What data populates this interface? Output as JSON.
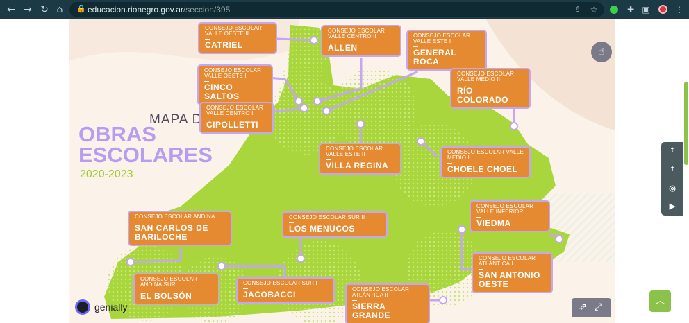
{
  "browser": {
    "url_host": "educacion.rionegro.gov.ar",
    "url_path": "/seccion/395",
    "icons": [
      "back-icon",
      "forward-icon",
      "reload-icon",
      "home-icon",
      "lock-icon",
      "share-icon",
      "star-icon",
      "extension-icon",
      "puzzle-icon",
      "sidebar-icon",
      "profile-icon",
      "menu-icon"
    ]
  },
  "title": {
    "line1": "MAPA DE",
    "line2": "OBRAS",
    "line3": "ESCOLARES",
    "years": "2020-2023"
  },
  "boards": [
    {
      "kind": "CONSEJO ESCOLAR VALLE OESTE II",
      "city": "CATRIEL"
    },
    {
      "kind": "CONSEJO ESCOLAR VALLE CENTRO II",
      "city": "ALLEN"
    },
    {
      "kind": "CONSEJO ESCOLAR VALLE ESTE I",
      "city": "GENERAL ROCA"
    },
    {
      "kind": "CONSEJO ESCOLAR VALLE OESTE I",
      "city": "CINCO SALTOS"
    },
    {
      "kind": "CONSEJO ESCOLAR VALLE MEDIO II",
      "city": "RÍO COLORADO"
    },
    {
      "kind": "CONSEJO ESCOLAR VALLE CENTRO I",
      "city": "CIPOLLETTI"
    },
    {
      "kind": "CONSEJO ESCOLAR VALLE ESTE II",
      "city": "VILLA REGINA"
    },
    {
      "kind": "CONSEJO ESCOLAR VALLE MEDIO I",
      "city": "CHOELE CHOEL"
    },
    {
      "kind": "CONSEJO ESCOLAR ANDINA",
      "city": "SAN CARLOS DE BARILOCHE"
    },
    {
      "kind": "CONSEJO ESCOLAR SUR II",
      "city": "LOS MENUCOS"
    },
    {
      "kind": "CONSEJO ESCOLAR VALLE INFERIOR",
      "city": "VIEDMA"
    },
    {
      "kind": "CONSEJO ESCOLAR ANDINA SUR",
      "city": "EL BOLSÓN"
    },
    {
      "kind": "CONSEJO ESCOLAR SUR I",
      "city": "JACOBACCI"
    },
    {
      "kind": "CONSEJO ESCOLAR ATLÁNTICA II",
      "city": "SIERRA GRANDE"
    },
    {
      "kind": "CONSEJO ESCOLAR ATLÁNTICA I",
      "city": "SAN ANTONIO OESTE"
    }
  ],
  "brand": {
    "name": "genially"
  },
  "social": {
    "items": [
      "twitter-icon",
      "facebook-icon",
      "instagram-icon",
      "youtube-icon"
    ]
  },
  "colors": {
    "map_green": "#a9d63c",
    "board_orange": "#e58a31",
    "board_border": "#c4a6f2",
    "title_purple": "#b79cef",
    "years_green": "#9ccb2a",
    "chrome_bg": "#1b3a45"
  }
}
